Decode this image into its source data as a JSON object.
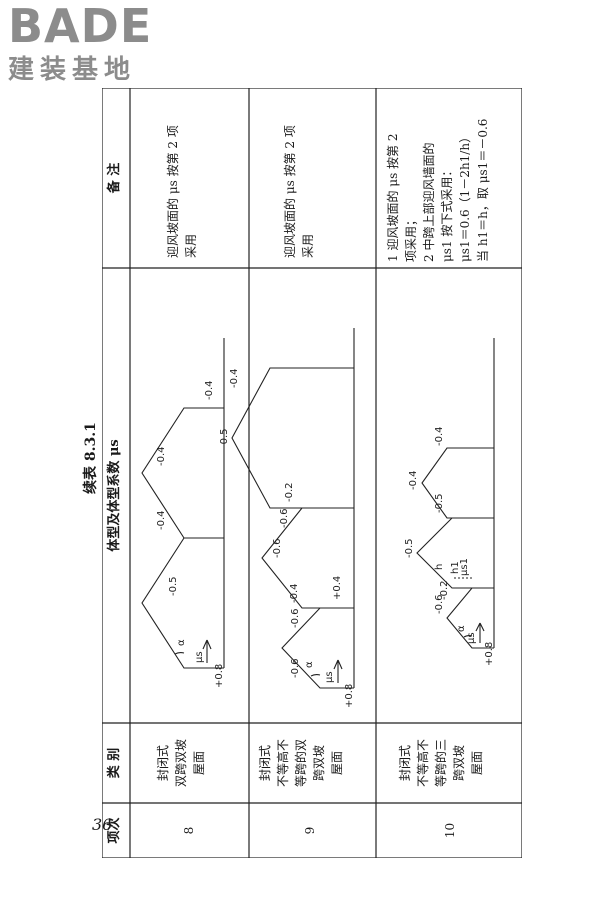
{
  "logo": {
    "brand": "BADE",
    "subtitle": "建装基地"
  },
  "table": {
    "caption": "续表 8.3.1",
    "headers": {
      "index": "项次",
      "category": "类 别",
      "figure": "体型及体型系数 μs",
      "notes": "备 注"
    },
    "rows": [
      {
        "index": "8",
        "category": [
          "封闭式",
          "双跨双坡",
          "屋面"
        ],
        "notes": [
          "迎风坡面的 μs 按第 2 项",
          "采用"
        ],
        "figure_labels": [
          "+0.8",
          "-0.5",
          "-0.4",
          "-0.4",
          "-0.4",
          "μs",
          "α"
        ]
      },
      {
        "index": "9",
        "category": [
          "封闭式",
          "不等高不",
          "等跨的双",
          "跨双坡",
          "屋面"
        ],
        "notes": [
          "迎风坡面的 μs 按第 2 项",
          "采用"
        ],
        "figure_labels": [
          "+0.8",
          "-0.6",
          "-0.6",
          "-0.4",
          "+0.4",
          "-0.6",
          "-0.6",
          "-0.2",
          "-0.5",
          "-0.4",
          "μs",
          "α"
        ]
      },
      {
        "index": "10",
        "category": [
          "封闭式",
          "不等高不",
          "等跨的三",
          "跨双坡",
          "屋面"
        ],
        "notes": [
          "1 迎风坡面的 μs 按第 2",
          "项采用；",
          "2 中跨上部迎风墙面的",
          "μs1 按下式采用：",
          "μs1＝0.6（1－2h1/h）",
          "当 h1＝h，取 μs1＝－0.6"
        ],
        "figure_labels": [
          "+0.8",
          "-0.6",
          "-0.2",
          "μs1",
          "h1",
          "h",
          "-0.5",
          "-0.5",
          "-0.4",
          "-0.4",
          "μs",
          "α"
        ]
      }
    ]
  },
  "page_number": "36"
}
